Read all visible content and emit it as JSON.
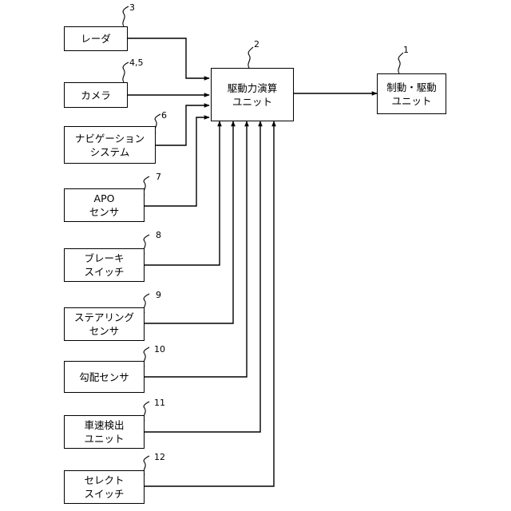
{
  "colors": {
    "line": "#000000",
    "background": "#ffffff"
  },
  "blocks": {
    "output": {
      "line1": "制動・駆動",
      "line2": "ユニット",
      "ref": "1"
    },
    "central": {
      "line1": "駆動力演算",
      "line2": "ユニット",
      "ref": "2"
    },
    "radar": {
      "line1": "レーダ",
      "ref": "3"
    },
    "camera": {
      "line1": "カメラ",
      "ref": "4,5"
    },
    "navigation": {
      "line1": "ナビゲーション",
      "line2": "システム",
      "ref": "6"
    },
    "apo": {
      "line1": "APO",
      "line2": "センサ",
      "ref": "7"
    },
    "brake": {
      "line1": "ブレーキ",
      "line2": "スイッチ",
      "ref": "8"
    },
    "steering": {
      "line1": "ステアリング",
      "line2": "センサ",
      "ref": "9"
    },
    "gradient": {
      "line1": "勾配センサ",
      "ref": "10"
    },
    "speed": {
      "line1": "車速検出",
      "line2": "ユニット",
      "ref": "11"
    },
    "select": {
      "line1": "セレクト",
      "line2": "スイッチ",
      "ref": "12"
    }
  }
}
